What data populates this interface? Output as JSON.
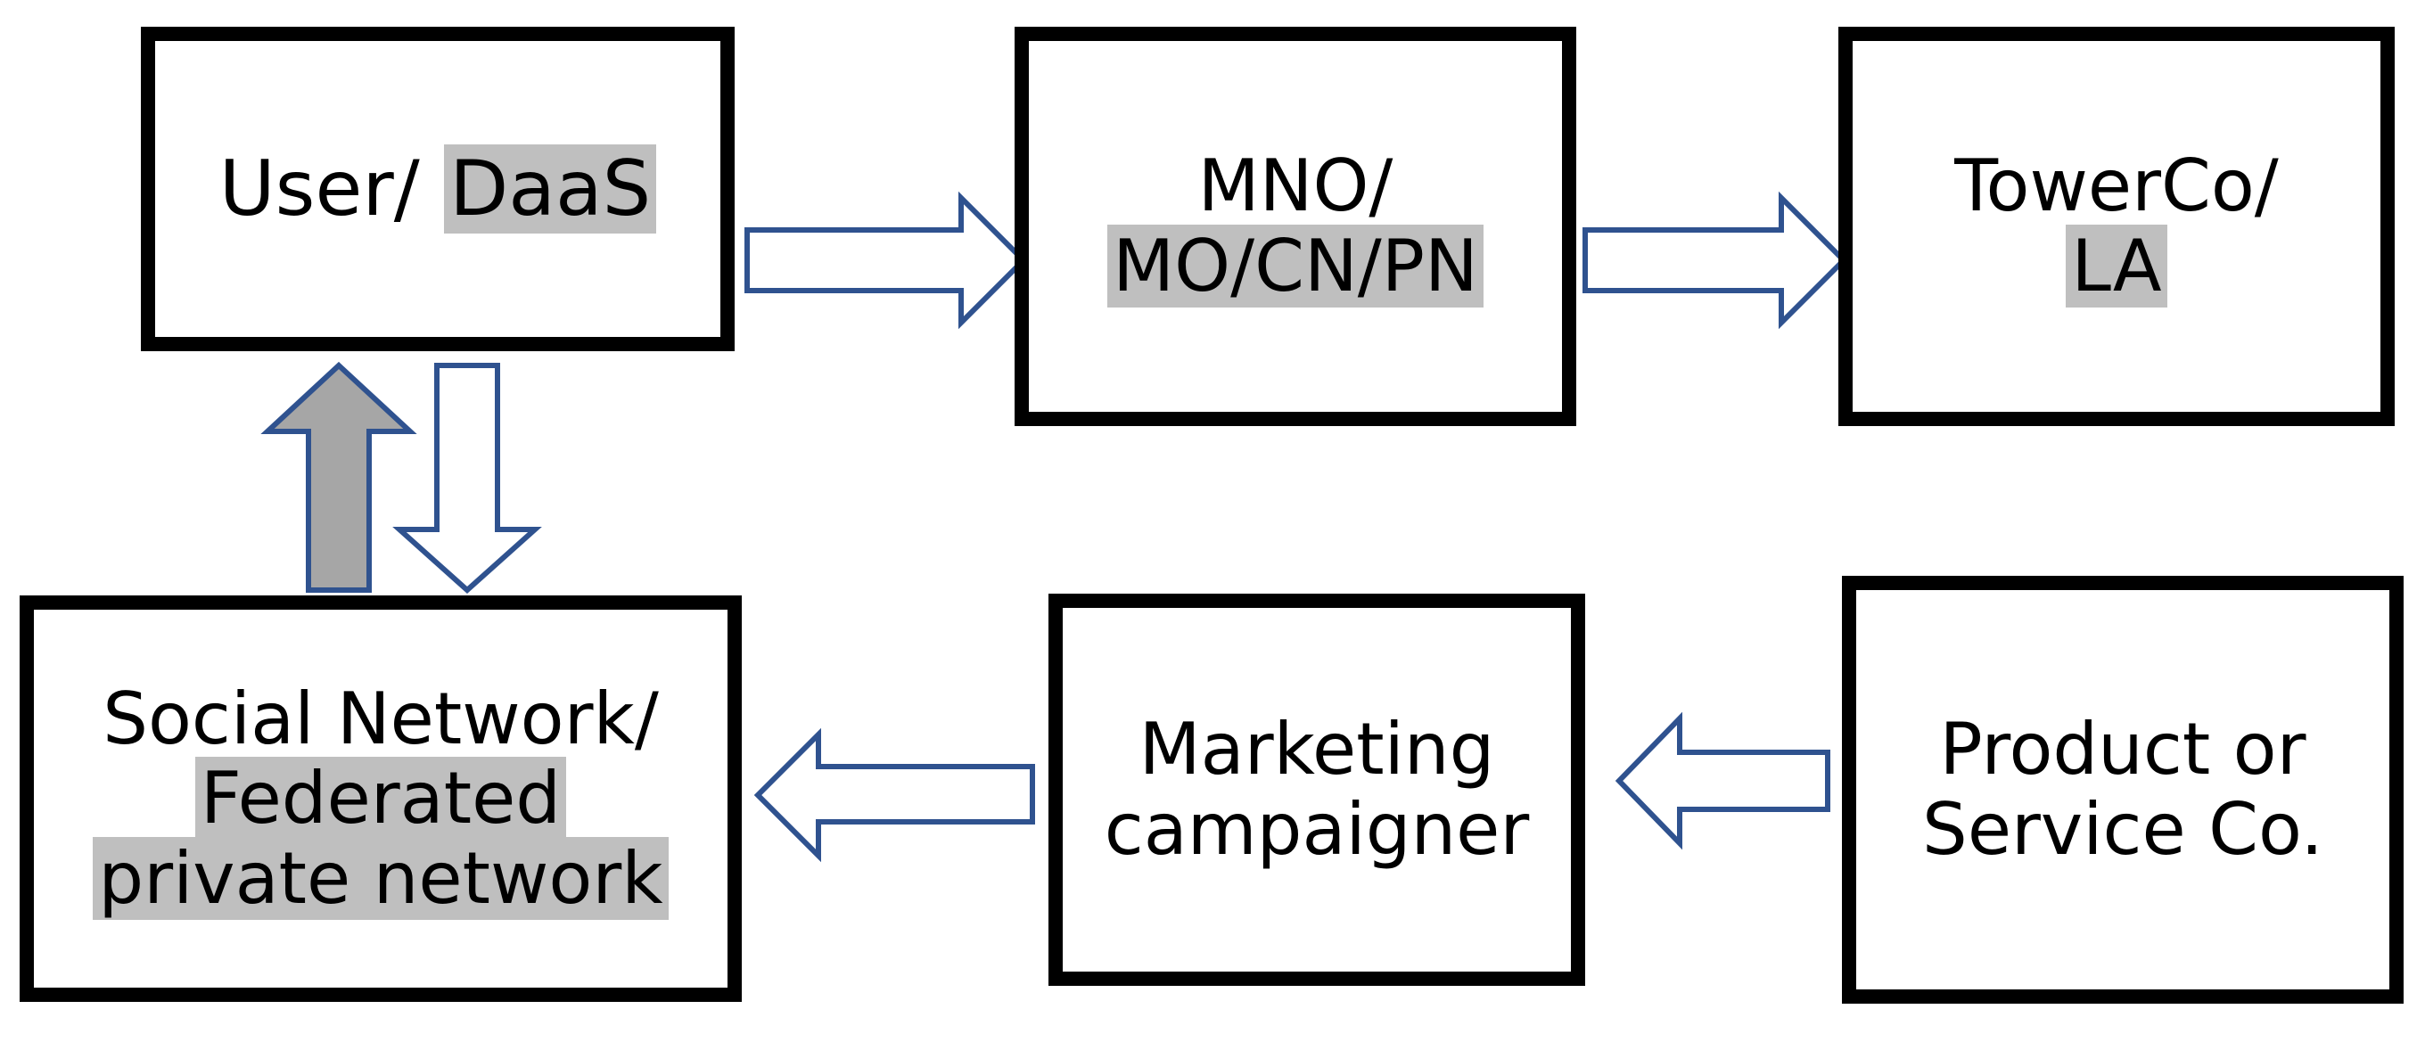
{
  "diagram": {
    "boxes": {
      "user": {
        "plain": "User/ ",
        "highlighted": "DaaS"
      },
      "mno": {
        "line1": "MNO/",
        "line2": "MO/CN/PN"
      },
      "tower": {
        "line1": "TowerCo/",
        "line2": "LA"
      },
      "social": {
        "line1": "Social Network/",
        "line2": "Federated",
        "line3": "private network"
      },
      "marketing": {
        "line1": "Marketing",
        "line2": "campaigner"
      },
      "product": {
        "line1": "Product or",
        "line2": "Service Co."
      }
    },
    "colors": {
      "box_border": "#000000",
      "highlight": "#bfbfbf",
      "arrow_outline": "#2f528f",
      "arrow_fill_gray": "#a6a6a6",
      "arrow_fill_white": "#ffffff"
    },
    "arrows": [
      {
        "from": "user",
        "to": "mno",
        "style": "outline"
      },
      {
        "from": "mno",
        "to": "tower",
        "style": "outline"
      },
      {
        "from": "social",
        "to": "user",
        "style": "gray-filled"
      },
      {
        "from": "user",
        "to": "social",
        "style": "outline"
      },
      {
        "from": "marketing",
        "to": "social",
        "style": "outline"
      },
      {
        "from": "product",
        "to": "marketing",
        "style": "outline"
      }
    ]
  }
}
